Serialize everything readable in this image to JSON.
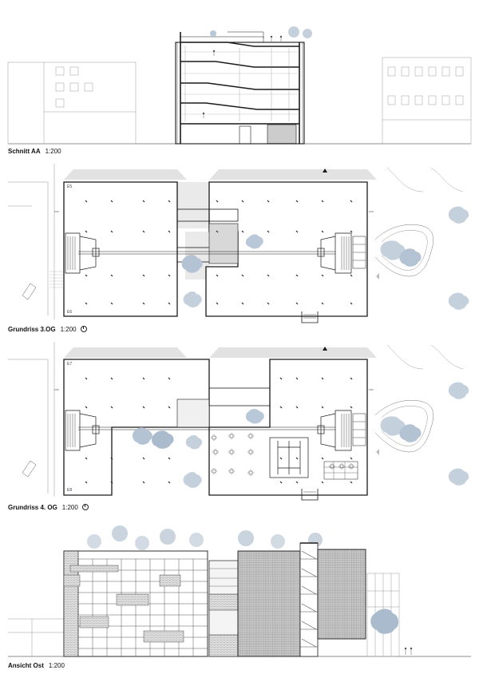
{
  "drawings": [
    {
      "id": "section-aa",
      "title": "Schnitt AA",
      "scale": "1:200"
    },
    {
      "id": "plan-3og",
      "title": "Grundriss 3.OG",
      "scale": "1:200",
      "north_arrow": true,
      "room_labels": {
        "top_left": "E5",
        "bottom_left": "E6"
      }
    },
    {
      "id": "plan-4og",
      "title": "Grundriss 4. OG",
      "scale": "1:200",
      "north_arrow": true,
      "room_labels": {
        "top_left": "E7",
        "bottom_left": "E8"
      }
    },
    {
      "id": "elevation-east",
      "title": "Ansicht Ost",
      "scale": "1:200"
    }
  ],
  "colors": {
    "line": "#1a1a1a",
    "thin": "#777777",
    "neighbor": "#9a9a9a",
    "shadow": "#e2e2e2",
    "tree": "#b9c8d8",
    "tree_dark": "#9fb1c4",
    "hatch": "#5a5a5a"
  }
}
